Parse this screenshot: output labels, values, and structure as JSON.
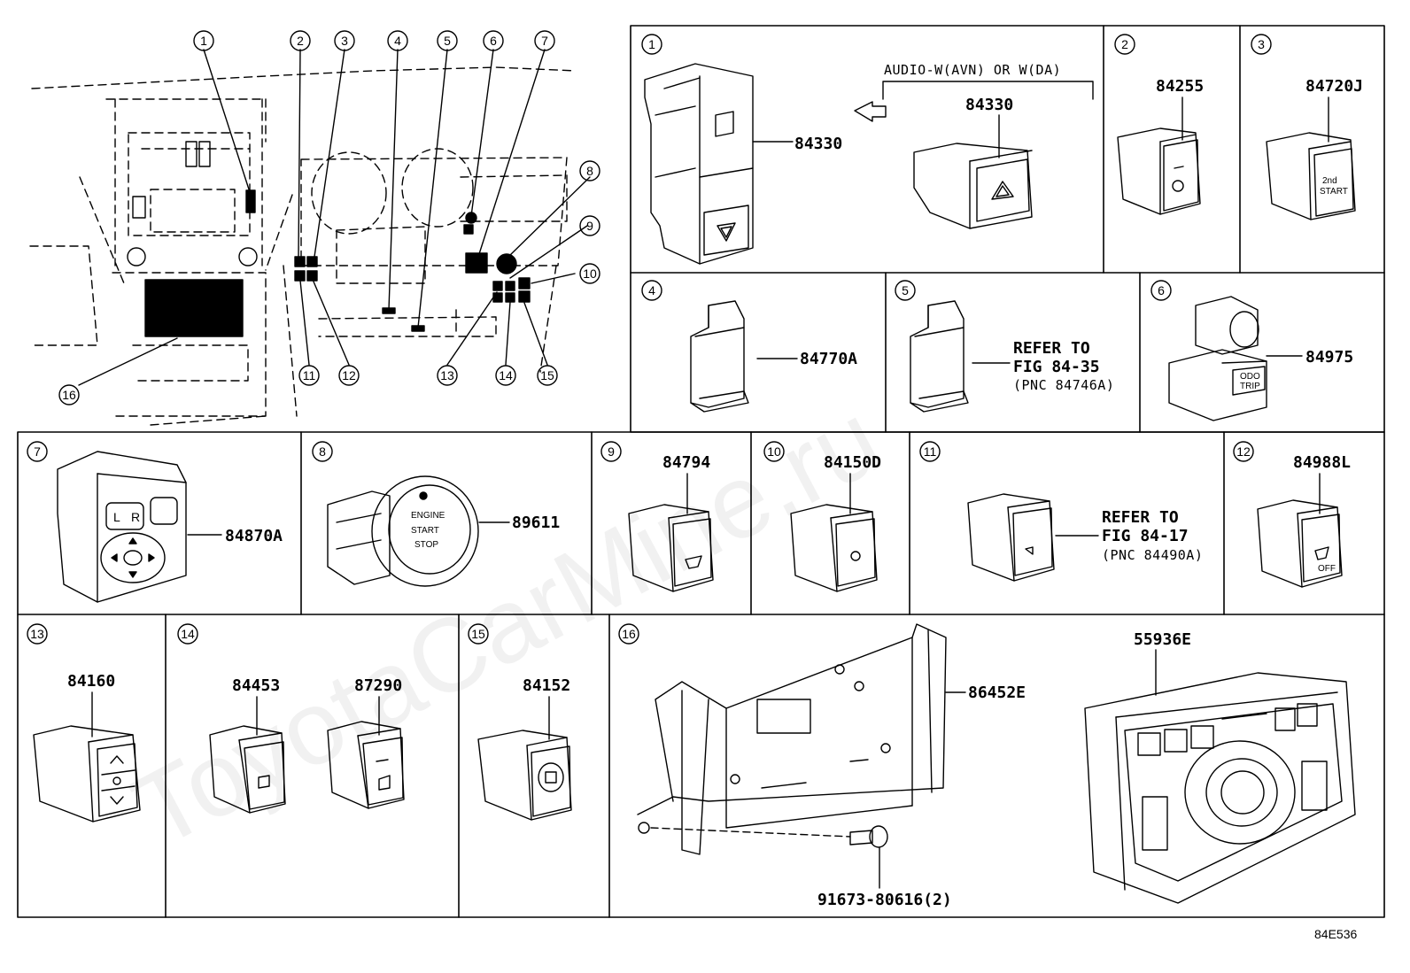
{
  "watermark": "ToyotaCarMine.ru",
  "figure_code": "84E536",
  "overview_callouts": [
    "1",
    "2",
    "3",
    "4",
    "5",
    "6",
    "7",
    "8",
    "9",
    "10",
    "11",
    "12",
    "13",
    "14",
    "15",
    "16"
  ],
  "panels": {
    "p1": {
      "num": "1",
      "part": "84330",
      "note": "AUDIO-W(AVN) OR W(DA)",
      "alt_part": "84330"
    },
    "p2": {
      "num": "2",
      "part": "84255"
    },
    "p3": {
      "num": "3",
      "part": "84720J",
      "label_line1": "2nd",
      "label_line2": "START"
    },
    "p4": {
      "num": "4",
      "part": "84770A"
    },
    "p5": {
      "num": "5",
      "ref1": "REFER TO",
      "ref2": "FIG 84-35",
      "ref3": "(PNC 84746A)"
    },
    "p6": {
      "num": "6",
      "part": "84975",
      "label_line1": "ODO",
      "label_line2": "TRIP"
    },
    "p7": {
      "num": "7",
      "part": "84870A",
      "btn_l": "L",
      "btn_r": "R"
    },
    "p8": {
      "num": "8",
      "part": "89611",
      "btn_line1": "ENGINE",
      "btn_line2": "START",
      "btn_line3": "STOP"
    },
    "p9": {
      "num": "9",
      "part": "84794"
    },
    "p10": {
      "num": "10",
      "part": "84150D"
    },
    "p11": {
      "num": "11",
      "ref1": "REFER TO",
      "ref2": "FIG 84-17",
      "ref3": "(PNC 84490A)"
    },
    "p12": {
      "num": "12",
      "part": "84988L",
      "label": "OFF"
    },
    "p13": {
      "num": "13",
      "part": "84160"
    },
    "p14": {
      "num": "14",
      "part_a": "84453",
      "part_b": "87290"
    },
    "p15": {
      "num": "15",
      "part": "84152"
    },
    "p16": {
      "num": "16",
      "part_a": "86452E",
      "part_b": "55936E",
      "bolt": "91673-80616(2)"
    }
  }
}
